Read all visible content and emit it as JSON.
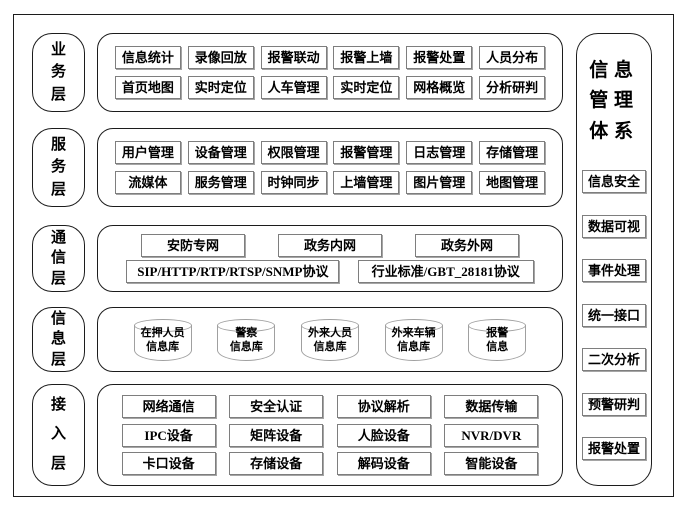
{
  "colors": {
    "line": "#1c1c1c",
    "box_border": "#7e7e7e",
    "background": "#ffffff"
  },
  "layers": [
    {
      "label": "业务层",
      "rows": [
        [
          "信息统计",
          "录像回放",
          "报警联动",
          "报警上墙",
          "报警处置",
          "人员分布"
        ],
        [
          "首页地图",
          "实时定位",
          "人车管理",
          "实时定位",
          "网格概览",
          "分析研判"
        ]
      ]
    },
    {
      "label": "服务层",
      "rows": [
        [
          "用户管理",
          "设备管理",
          "权限管理",
          "报警管理",
          "日志管理",
          "存储管理"
        ],
        [
          "流媒体",
          "服务管理",
          "时钟同步",
          "上墙管理",
          "图片管理",
          "地图管理"
        ]
      ]
    },
    {
      "label": "通信层",
      "rows": [
        [
          "安防专网",
          "政务内网",
          "政务外网"
        ],
        [
          "SIP/HTTP/RTP/RTSP/SNMP协议",
          "行业标准/GBT_28181协议"
        ]
      ]
    },
    {
      "label": "信息层",
      "cylinders": [
        "在押人员\n信息库",
        "警察\n信息库",
        "外来人员\n信息库",
        "外来车辆\n信息库",
        "报警\n信息"
      ]
    },
    {
      "label": "接入层",
      "rows": [
        [
          "网络通信",
          "安全认证",
          "协议解析",
          "数据传输"
        ],
        [
          "IPC设备",
          "矩阵设备",
          "人脸设备",
          "NVR/DVR"
        ],
        [
          "卡口设备",
          "存储设备",
          "解码设备",
          "智能设备"
        ]
      ]
    }
  ],
  "right_panel": {
    "title": "信息管理体系",
    "items": [
      "信息安全",
      "数据可视",
      "事件处理",
      "统一接口",
      "二次分析",
      "预警研判",
      "报警处置"
    ]
  }
}
